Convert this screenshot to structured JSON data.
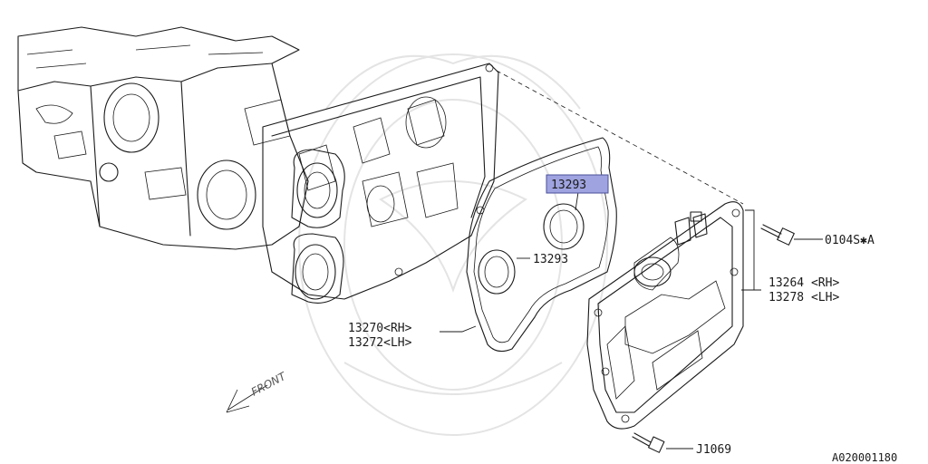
{
  "labels": {
    "gasket_plug_highlighted": "13293",
    "gasket_plug": "13293",
    "bolt_top": "0104S✱A",
    "cover_rh": "13264 <RH>",
    "cover_lh": "13278 <LH>",
    "gasket_rh": "13270<RH>",
    "gasket_lh": "13272<LH>",
    "bolt_bottom": "J1069",
    "front": "FRONT",
    "diagram_id": "A020001180"
  },
  "colors": {
    "highlight": "#9fa3df",
    "line": "#1a1a1a"
  },
  "icons": {
    "front_arrow": "front-arrow-icon"
  }
}
